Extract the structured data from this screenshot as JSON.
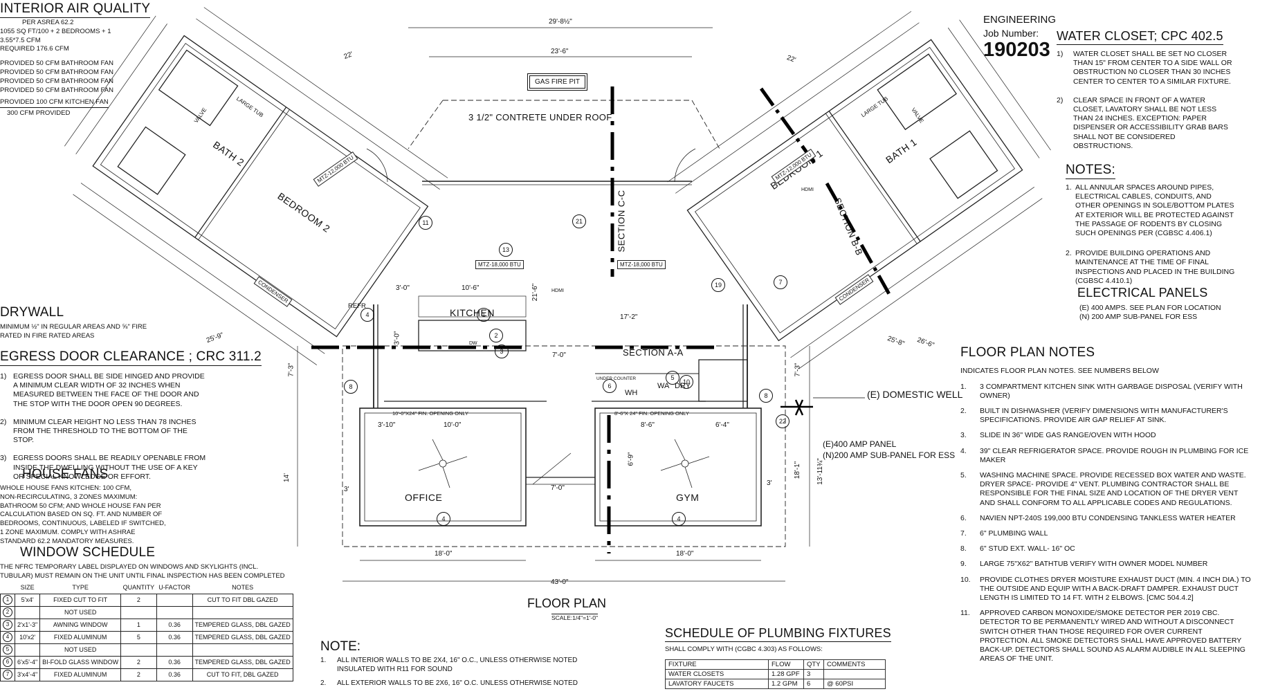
{
  "iaq": {
    "title": "INTERIOR AIR QUALITY",
    "lines": [
      "PER ASREA 62.2",
      "1055 SQ FT/100 + 2 BEDROOMS + 1",
      "3.55*7.5 CFM",
      "REQUIRED 176.6 CFM"
    ],
    "provided": [
      "PROVIDED 50 CFM BATHROOM FAN",
      "PROVIDED 50 CFM BATHROOM FAN",
      "PROVIDED 50 CFM BATHROOM FAN",
      "PROVIDED 50 CFM BATHROOM FAN",
      "PROVIDED 100 CFM KITCHEN FAN"
    ],
    "total": "300 CFM PROVIDED"
  },
  "drywall": {
    "title": "DRYWALL",
    "lines": [
      "MINIMUM ½\" IN REGULAR AREAS AND ⅝\" FIRE",
      "RATED IN FIRE RATED AREAS"
    ]
  },
  "egress": {
    "title": "EGRESS DOOR CLEARANCE ; CRC 311.2",
    "items": [
      {
        "n": "1)",
        "text": "EGRESS DOOR SHALL BE SIDE HINGED AND PROVIDE A MINIMUM CLEAR WIDTH OF 32 INCHES WHEN MEASURED BETWEEN THE FACE OF THE DOOR AND THE STOP WITH THE DOOR OPEN 90 DEGREES."
      },
      {
        "n": "2)",
        "text": "MINIMUM CLEAR HEIGHT NO LESS THAN 78 INCHES FROM THE THRESHOLD TO THE BOTTOM OF THE STOP."
      },
      {
        "n": "3)",
        "text": "EGRESS DOORS SHALL BE READILY OPENABLE FROM INSIDE THE DWELLING WITHOUT THE USE OF A KEY OR SPECIAL KNOWLEDGE OR EFFORT."
      }
    ]
  },
  "house_fans": {
    "title": "HOUSE FANS",
    "text": [
      "WHOLE HOUSE FANS KITCHEN: 100 CFM,",
      "NON-RECIRCULATING, 3 ZONES MAXIMUM:",
      "BATHROOM 50 CFM; AND WHOLE HOUSE FAN PER",
      "CALCULATION BASED ON SQ. FT. AND NUMBER OF",
      "BEDROOMS, CONTINUOUS, LABELED IF SWITCHED,",
      "1 ZONE MAXIMUM. COMPLY WITH ASHRAE",
      "STANDARD 62.2 MANDATORY MEASURES."
    ]
  },
  "window_schedule": {
    "title": "WINDOW SCHEDULE",
    "intro": [
      "THE NFRC TEMPORARY LABEL DISPLAYED ON WINDOWS AND SKYLIGHTS (INCL.",
      "TUBULAR) MUST REMAIN ON THE UNIT UNTIL FINAL INSPECTION HAS BEEN COMPLETED"
    ],
    "headers": [
      "SIZE",
      "TYPE",
      "QUANTITY",
      "U-FACTOR",
      "NOTES"
    ],
    "rows": [
      {
        "id": "1",
        "size": "5'x4'",
        "type": "FIXED CUT TO FIT",
        "qty": "2",
        "u": "",
        "notes": "CUT TO FIT  DBL GAZED"
      },
      {
        "id": "2",
        "size": "",
        "type": "NOT USED",
        "qty": "",
        "u": "",
        "notes": ""
      },
      {
        "id": "3",
        "size": "2'x1'-3\"",
        "type": "AWNING WINDOW",
        "qty": "1",
        "u": "0.36",
        "notes": "TEMPERED GLASS, DBL GAZED"
      },
      {
        "id": "4",
        "size": "10'x2'",
        "type": "FIXED ALUMINUM",
        "qty": "5",
        "u": "0.36",
        "notes": "TEMPERED GLASS, DBL GAZED"
      },
      {
        "id": "5",
        "size": "",
        "type": "NOT USED",
        "qty": "",
        "u": "",
        "notes": ""
      },
      {
        "id": "6",
        "size": "6'x5'-4\"",
        "type": "BI-FOLD GLASS WINDOW",
        "qty": "2",
        "u": "0.36",
        "notes": "TEMPERED GLASS, DBL GAZED"
      },
      {
        "id": "7",
        "size": "3'x4'-4\"",
        "type": "FIXED ALUMINUM",
        "qty": "2",
        "u": "0.36",
        "notes": "CUT TO FIT, DBL GAZED"
      }
    ]
  },
  "plan": {
    "title": "FLOOR PLAN",
    "scale": "SCALE:1/4\"=1'-0\"",
    "gas_fire_pit": "GAS FIRE PIT",
    "under_roof": "3 1/2\" CONTRETE UNDER ROOF",
    "rooms": {
      "bath2": "BATH 2",
      "bedroom2": "BEDROOM 2",
      "kitchen": "KITCHEN",
      "office": "OFFICE",
      "gym": "GYM",
      "bath1": "BATH 1",
      "bedroom1": "BEDROOM 1"
    },
    "sections": {
      "aa": "SECTION A-A",
      "bb": "SECTION B-B",
      "cc": "SECTION C-C"
    },
    "tags": {
      "mtz12_left": "MTZ-12,000 BTU",
      "mtz18_left": "MTZ-18,000 BTU",
      "mtz18_right": "MTZ-18,000 BTU",
      "mtz12_right": "MTZ-12,000 BTU",
      "condenser_left": "CONDENSER",
      "condenser_right": "CONDENSER",
      "refr": "REFR",
      "large_tub": "LARGE TUB",
      "valve": "VALVE",
      "hdmi": "HDMI",
      "wh": "WH",
      "wa": "WA",
      "dry": "DRY",
      "dw": "DW",
      "under_counter": "UNDER COUNTER"
    },
    "openings": {
      "left": "10'-0\"X24\" FIN. OPENING ONLY",
      "right": "8'-6\"X 24\" FIN. OPENING ONLY"
    },
    "dims": {
      "top_overall": "29'-8½\"",
      "top_inner": "23'-6\"",
      "bottom_overall": "43'-0\"",
      "office_w": "18'-0\"",
      "gym_w": "18'-0\"",
      "kitchen_w": "10'-6\"",
      "center_w": "17'-2\"",
      "hall": "7'-0\"",
      "hall2": "7'-0\"",
      "office_a": "3'-10\"",
      "office_b": "10'-0\"",
      "gym_a": "8'-6\"",
      "gym_b": "6'-4\"",
      "left_22": "22'",
      "right_22": "22'",
      "left_25": "25'-9\"",
      "right_25": "25'-8\"",
      "right_26": "26'-6\"",
      "left_14": "14'",
      "right_18": "18'-1\"",
      "right_13": "13'-11¾\"",
      "gym_h": "6'-9\"",
      "k_h": "21'-6\"",
      "k_3": "3'-0\"",
      "k_3b": "3'-0\"",
      "left_3": "3'",
      "right_3": "3'",
      "left_7_3": "7'-3\"",
      "right_7_3": "7'-3\""
    },
    "domestic_well": "(E) DOMESTIC WELL",
    "panel": [
      "(E)400 AMP PANEL",
      "(N)200 AMP SUB-PANEL FOR ESS"
    ]
  },
  "note": {
    "title": "NOTE:",
    "items": [
      {
        "n": "1.",
        "text": "ALL INTERIOR WALLS TO BE 2X4, 16\" O.C., UNLESS OTHERWISE NOTED INSULATED WITH R11 FOR SOUND"
      },
      {
        "n": "2.",
        "text": "ALL EXTERIOR WALLS TO BE 2X6, 16\" O.C. UNLESS OTHERWISE NOTED"
      }
    ]
  },
  "plumbing": {
    "title": "SCHEDULE OF PLUMBING FIXTURES",
    "subtitle": "SHALL COMPLY WITH (CGBC 4.303) AS FOLLOWS:",
    "headers": [
      "FIXTURE",
      "FLOW",
      "QTY",
      "COMMENTS"
    ],
    "rows": [
      {
        "fixture": "WATER CLOSETS",
        "flow": "1.28 GPF",
        "qty": "3",
        "comments": ""
      },
      {
        "fixture": "LAVATORY FAUCETS",
        "flow": "1.2 GPM",
        "qty": "6",
        "comments": "@ 60PSI"
      }
    ]
  },
  "engineering": {
    "label": "ENGINEERING",
    "job_label": "Job Number:",
    "job_number": "190203"
  },
  "water_closet": {
    "title": "WATER CLOSET; CPC 402.5",
    "items": [
      {
        "n": "1)",
        "text": "WATER CLOSET SHALL BE SET NO CLOSER THAN 15\" FROM CENTER TO A SIDE WALL OR OBSTRUCTION N0 CLOSER THAN 30 INCHES CENTER TO CENTER TO A SIMILAR FIXTURE."
      },
      {
        "n": "2)",
        "text": "CLEAR SPACE IN FRONT OF A WATER CLOSET, LAVATORY SHALL BE NOT LESS THAN 24 INCHES. EXCEPTION: PAPER DISPENSER OR ACCESSIBILITY GRAB BARS SHALL NOT BE CONSIDERED OBSTRUCTIONS."
      }
    ]
  },
  "notes": {
    "title": "NOTES:",
    "items": [
      {
        "n": "1.",
        "text": "ALL ANNULAR SPACES AROUND PIPES, ELECTRICAL CABLES, CONDUITS, AND OTHER OPENINGS IN SOLE/BOTTOM PLATES AT EXTERIOR WILL BE PROTECTED AGAINST THE PASSAGE OF RODENTS BY CLOSING SUCH OPENINGS PER (CGBSC 4.406.1)"
      },
      {
        "n": "2.",
        "text": "PROVIDE BUILDING OPERATIONS AND MAINTENANCE AT THE TIME OF FINAL INSPECTIONS AND PLACED IN THE BUILDING (CGBSC 4.410.1)"
      }
    ]
  },
  "electrical": {
    "title": "ELECTRICAL PANELS",
    "lines": [
      "(E) 400 AMPS. SEE PLAN FOR LOCATION",
      "(N) 200 AMP SUB-PANEL FOR ESS"
    ]
  },
  "fpn": {
    "title": "FLOOR PLAN NOTES",
    "intro": "INDICATES FLOOR PLAN NOTES. SEE NUMBERS BELOW",
    "items": [
      {
        "n": "1.",
        "text": "3 COMPARTMENT KITCHEN SINK WITH GARBAGE DISPOSAL (VERIFY WITH OWNER)"
      },
      {
        "n": "2.",
        "text": "BUILT IN DISHWASHER (VERIFY DIMENSIONS WITH MANUFACTURER'S SPECIFICATIONS. PROVIDE AIR GAP RELIEF AT SINK."
      },
      {
        "n": "3.",
        "text": "SLIDE IN 36\" WIDE GAS RANGE/OVEN WITH HOOD"
      },
      {
        "n": "4.",
        "text": "39\" CLEAR REFRIGERATOR SPACE. PROVIDE ROUGH IN PLUMBING FOR ICE MAKER"
      },
      {
        "n": "5.",
        "text": "WASHING MACHINE SPACE. PROVIDE RECESSED BOX WATER AND WASTE. DRYER SPACE- PROVIDE 4\" VENT. PLUMBING CONTRACTOR SHALL BE RESPONSIBLE FOR THE FINAL SIZE AND LOCATION OF THE DRYER VENT AND SHALL CONFORM TO ALL APPLICABLE CODES AND REGULATIONS."
      },
      {
        "n": "6.",
        "text": "NAVIEN NPT-240S 199,000 BTU CONDENSING TANKLESS WATER HEATER"
      },
      {
        "n": "7.",
        "text": "6\" PLUMBING WALL"
      },
      {
        "n": "8.",
        "text": "6\" STUD EXT. WALL- 16\" OC"
      },
      {
        "n": "9.",
        "text": "LARGE 75\"X62\" BATHTUB VERIFY WITH OWNER MODEL NUMBER"
      },
      {
        "n": "10.",
        "text": "PROVIDE CLOTHES DRYER MOISTURE EXHAUST DUCT (MIN. 4 INCH DIA.) TO THE OUTSIDE AND EQUIP WITH A BACK-DRAFT DAMPER. EXHAUST DUCT LENGTH IS LIMITED TO 14 FT. WITH 2 ELBOWS. [CMC 504.4.2]"
      },
      {
        "n": "11.",
        "text": "APPROVED CARBON MONOXIDE/SMOKE DETECTOR PER 2019 CBC. DETECTOR TO BE PERMANENTLY WIRED AND WITHOUT A DISCONNECT SWITCH OTHER THAN THOSE REQUIRED FOR OVER CURRENT PROTECTION. ALL SMOKE DETECTORS SHALL HAVE APPROVED BATTERY BACK-UP. DETECTORS SHALL SOUND AS ALARM AUDIBLE IN ALL SLEEPING AREAS OF THE UNIT."
      }
    ]
  }
}
